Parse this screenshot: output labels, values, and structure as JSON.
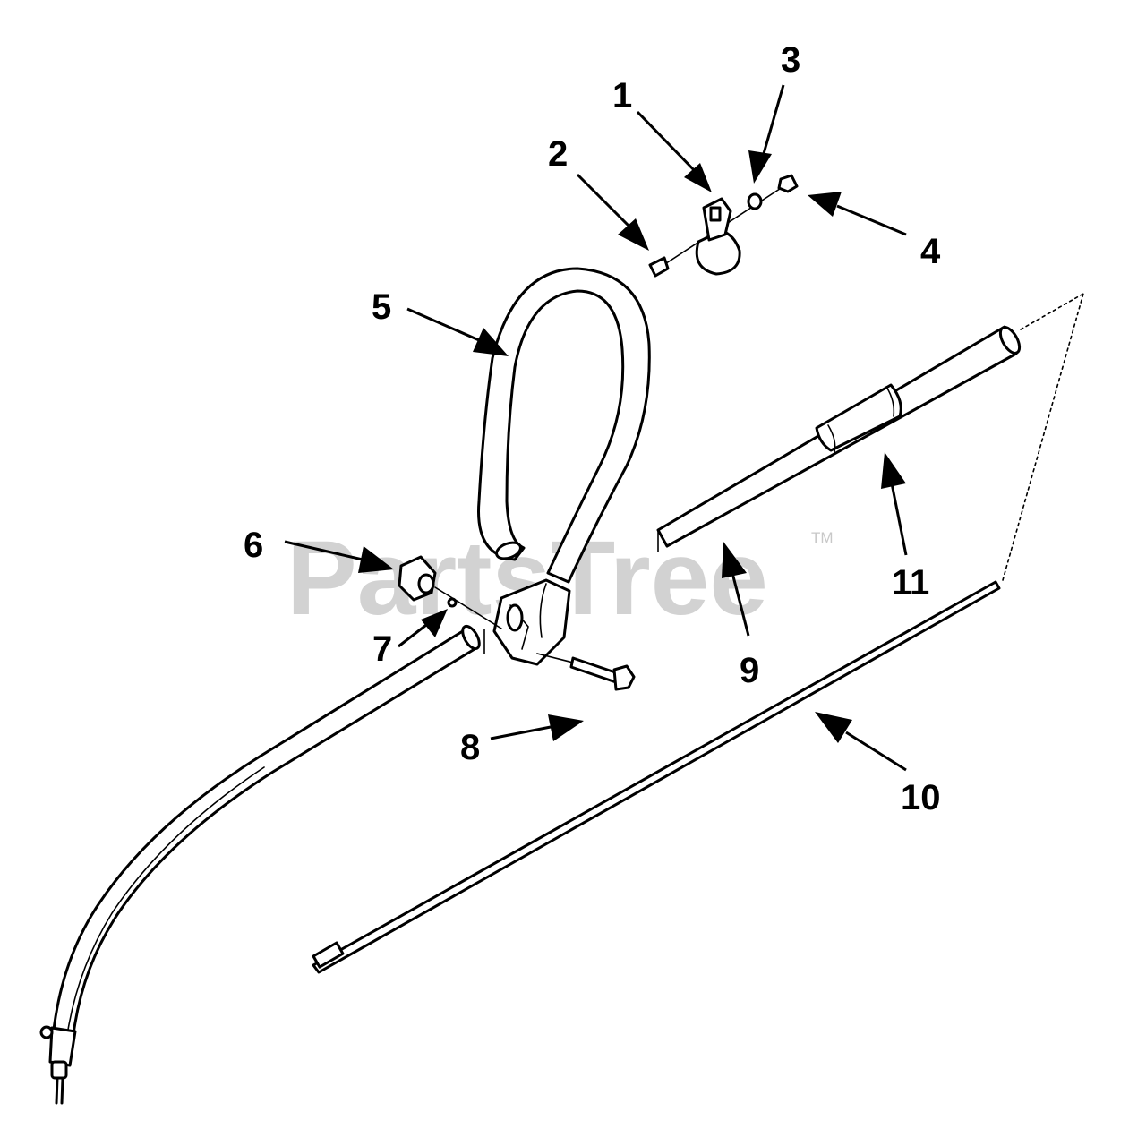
{
  "watermark": {
    "text": "PartsTree",
    "trademark": "TM",
    "color": "#d2d2d2"
  },
  "callouts": [
    {
      "label": "1",
      "part": "clamp"
    },
    {
      "label": "2",
      "part": "screw"
    },
    {
      "label": "3",
      "part": "lock-washer"
    },
    {
      "label": "4",
      "part": "nut"
    },
    {
      "label": "5",
      "part": "loop-handle"
    },
    {
      "label": "6",
      "part": "knob"
    },
    {
      "label": "7",
      "part": "washer"
    },
    {
      "label": "8",
      "part": "bolt"
    },
    {
      "label": "9",
      "part": "drive-shaft-housing"
    },
    {
      "label": "10",
      "part": "flex-shaft"
    },
    {
      "label": "11",
      "part": "grip"
    }
  ]
}
